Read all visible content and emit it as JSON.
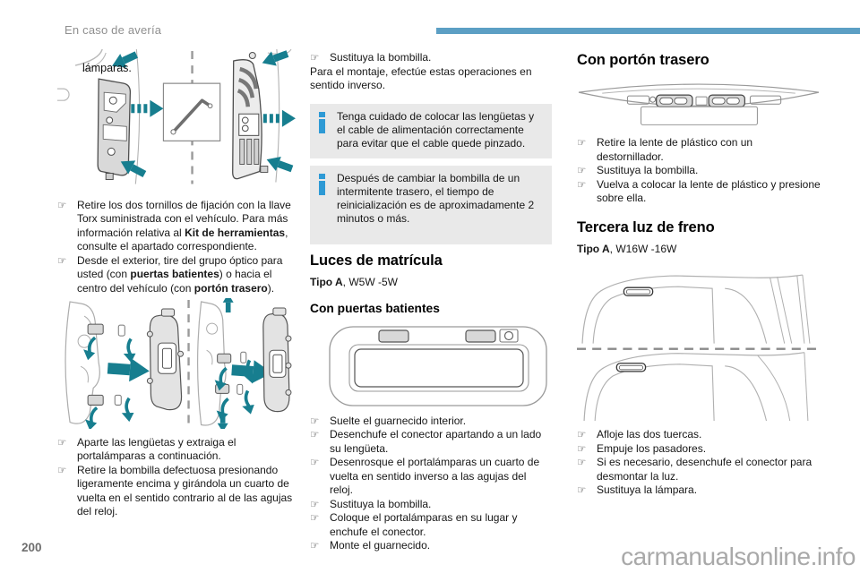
{
  "header": {
    "section_title": "En caso de avería"
  },
  "glyphs": {
    "hand_bullet": "☞"
  },
  "colors": {
    "accent_bar": "#5C9FC4",
    "arrow_teal": "#177E8F",
    "info_icon_blue": "#2E9AD5",
    "info_box_bg": "#E9E9E9"
  },
  "col1": {
    "overlay_fragment": "lámparas.",
    "steps_top": [
      {
        "pre": "Retire los dos tornillos de fijación con la llave Torx suministrada con el vehículo. Para más información relativa al ",
        "bold": "Kit de herramientas",
        "post": ", consulte el apartado correspondiente."
      },
      {
        "pre": "Desde el exterior, tire del grupo óptico para usted (con ",
        "bold1": "puertas batientes",
        "mid": ") o hacia el centro del vehículo (con ",
        "bold2": "portón trasero",
        "post": ")."
      }
    ],
    "steps_bottom": [
      "Aparte las lengüetas y extraiga el portalámparas a continuación.",
      "Retire la bombilla defectuosa presionando ligeramente encima y girándola un cuarto de vuelta en el sentido contrario al de las agujas del reloj."
    ]
  },
  "col2": {
    "step_replace": "Sustituya la bombilla.",
    "assembly_note": "Para el montaje, efectúe estas operaciones en sentido inverso.",
    "info_boxes": [
      "Tenga cuidado de colocar las lengüetas y el cable de alimentación correctamente para evitar que el cable quede pinzado.",
      "Después de cambiar la bombilla de un intermitente trasero, el tiempo de reinicialización es de aproximadamente 2 minutos o más."
    ],
    "section_title": "Luces de matrícula",
    "type": {
      "label": "Tipo A",
      "spec": ", W5W -5W"
    },
    "subsection_title": "Con puertas batientes",
    "steps": [
      "Suelte el guarnecido interior.",
      "Desenchufe el conector apartando a un lado su lengüeta.",
      "Desenrosque el portalámparas un cuarto de vuelta en sentido inverso a las agujas del reloj.",
      "Sustituya la bombilla.",
      "Coloque el portalámparas en su lugar y enchufe el conector.",
      "Monte el guarnecido."
    ]
  },
  "col3": {
    "section_title_tailgate": "Con portón trasero",
    "steps_tailgate": [
      "Retire la lente de plástico con un destornillador.",
      "Sustituya la bombilla.",
      "Vuelva a colocar la lente de plástico y presione sobre ella."
    ],
    "section_title_brake": "Tercera luz de freno",
    "type": {
      "label": "Tipo A",
      "spec": ", W16W -16W"
    },
    "steps_brake": [
      "Afloje las dos tuercas.",
      "Empuje los pasadores.",
      "Si es necesario, desenchufe el conector para desmontar la luz.",
      "Sustituya la lámpara."
    ]
  },
  "footer": {
    "page_number": "200",
    "watermark": "carmanualsonline.info"
  }
}
